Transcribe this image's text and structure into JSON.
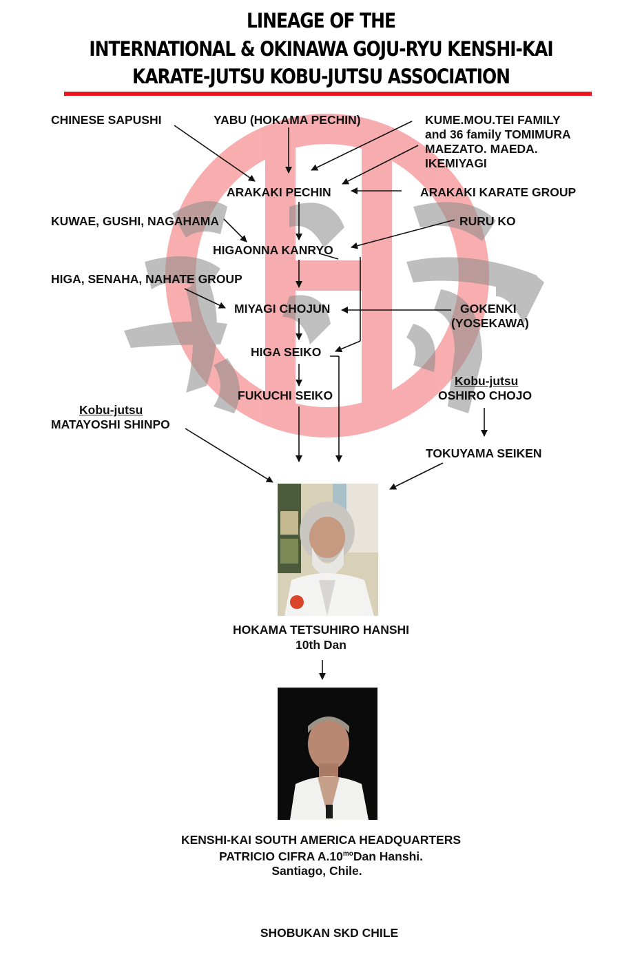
{
  "header": {
    "title_line1": "LINEAGE OF THE",
    "title_line2": "INTERNATIONAL & OKINAWA GOJU-RYU KENSHI-KAI",
    "title_line3": "KARATE-JUTSU KOBU-JUTSU ASSOCIATION",
    "accent_color": "#e8161c"
  },
  "nodes": {
    "chinese_sapushi": "CHINESE SAPUSHI",
    "yabu": "YABU (HOKAMA PECHIN)",
    "kume_line1": "KUME.MOU.TEI FAMILY",
    "kume_line2": "and 36 family TOMIMURA",
    "kume_line3": "MAEZATO. MAEDA.",
    "kume_line4": "IKEMIYAGI",
    "arakaki_pechin": "ARAKAKI PECHIN",
    "arakaki_group": "ARAKAKI KARATE GROUP",
    "kuwae": "KUWAE, GUSHI, NAGAHAMA",
    "ruru_ko": "RURU KO",
    "higaonna": "HIGAONNA KANRYO",
    "higa_group": "HIGA, SENAHA, NAHATE GROUP",
    "miyagi": "MIYAGI CHOJUN",
    "gokenki_line1": "GOKENKI",
    "gokenki_line2": "(YOSEKAWA)",
    "higa_seiko": "HIGA SEIKO",
    "fukuchi": "FUKUCHI SEIKO",
    "kobu_oshiro": "Kobu-jutsu",
    "oshiro": "OSHIRO CHOJO",
    "kobu_matayoshi": "Kobu-jutsu",
    "matayoshi": "MATAYOSHI SHINPO",
    "tokuyama": "TOKUYAMA SEIKEN"
  },
  "hokama": {
    "name": "HOKAMA TETSUHIRO HANSHI",
    "rank": "10th Dan"
  },
  "headquarters": {
    "line1": "KENSHI-KAI SOUTH AMERICA HEADQUARTERS",
    "line2_a": "PATRICIO CIFRA A.10",
    "line2_sup": "mo",
    "line2_b": "Dan Hanshi.",
    "line3": "Santiago, Chile."
  },
  "footer": {
    "text": "SHOBUKAN SKD CHILE"
  },
  "icons": {
    "background_emblem": "kenshi-kai-emblem",
    "photo_top": "hokama-portrait",
    "photo_bottom": "cifra-portrait"
  }
}
